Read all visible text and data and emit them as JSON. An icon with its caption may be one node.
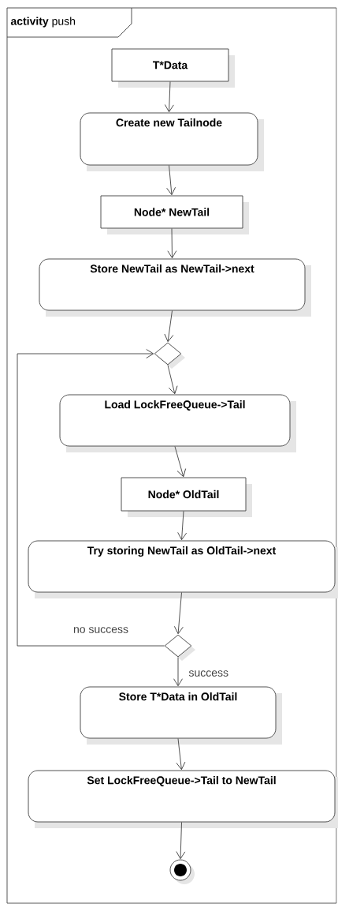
{
  "diagram": {
    "nodes": [
      {
        "text": [
          "**activity** push"
        ]
      },
      {
        "text": [
          "T*Data"
        ],
        "in": 0
      },
      {
        "text": [
          "Create new Tailnode"
        ],
        "in": 0
      },
      {
        "text": [
          "Node* NewTail"
        ],
        "in": 0
      },
      {
        "text": [
          "Store NewTail as NewTail->next"
        ],
        "in": 0
      },
      {
        "text": [],
        "shape": "diamond",
        "in": 0
      },
      {
        "text": [
          "Load LockFreeQueue->Tail"
        ],
        "in": 0
      },
      {
        "text": [
          "Node* OldTail"
        ],
        "in": 0
      },
      {
        "text": [
          "Try storing NewTail as OldTail->next"
        ],
        "in": 0
      },
      {
        "text": [],
        "shape": "diamond",
        "in": 0
      },
      {
        "text": [
          "Store T*Data in OldTail"
        ],
        "in": 0
      },
      {
        "text": [
          "Set LockFreeQueue->Tail to NewTail"
        ],
        "in": 0
      },
      {
        "text": [],
        "shape": "circle",
        "in": 0
      }
    ],
    "edges": [
      {
        "from": 1,
        "to": 2,
        "arrow": "to"
      },
      {
        "from": 2,
        "to": 3,
        "arrow": "to"
      },
      {
        "from": 3,
        "to": 4,
        "arrow": "to"
      },
      {
        "from": 4,
        "to": 5,
        "arrow": "to"
      },
      {
        "from": 5,
        "to": 6,
        "arrow": "to"
      },
      {
        "from": 6,
        "to": 7,
        "arrow": "to"
      },
      {
        "from": 7,
        "to": 8,
        "arrow": "to"
      },
      {
        "from": 8,
        "to": 9,
        "arrow": "to"
      },
      {
        "from": 9,
        "to": 5,
        "arrow": "to",
        "label": "no success"
      },
      {
        "from": 9,
        "to": 10,
        "arrow": "to",
        "label": "success"
      },
      {
        "from": 10,
        "to": 11,
        "arrow": "to"
      },
      {
        "from": 11,
        "to": 12,
        "arrow": "to"
      }
    ]
  }
}
